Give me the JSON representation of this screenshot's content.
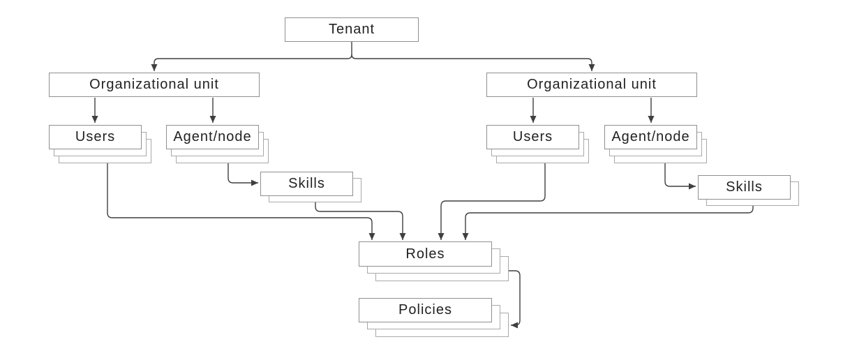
{
  "diagram": {
    "type": "hierarchy",
    "nodes": {
      "tenant": {
        "label": "Tenant"
      },
      "org_unit_left": {
        "label": "Organizational unit"
      },
      "org_unit_right": {
        "label": "Organizational unit"
      },
      "users_left": {
        "label": "Users",
        "stacked": true
      },
      "agent_node_left": {
        "label": "Agent/node",
        "stacked": true
      },
      "skills_left": {
        "label": "Skills",
        "stacked": true
      },
      "users_right": {
        "label": "Users",
        "stacked": true
      },
      "agent_node_right": {
        "label": "Agent/node",
        "stacked": true
      },
      "skills_right": {
        "label": "Skills",
        "stacked": true
      },
      "roles": {
        "label": "Roles",
        "stacked": true
      },
      "policies": {
        "label": "Policies",
        "stacked": true
      }
    },
    "edges": [
      {
        "from": "tenant",
        "to": "org_unit_left"
      },
      {
        "from": "tenant",
        "to": "org_unit_right"
      },
      {
        "from": "org_unit_left",
        "to": "users_left"
      },
      {
        "from": "org_unit_left",
        "to": "agent_node_left"
      },
      {
        "from": "org_unit_right",
        "to": "users_right"
      },
      {
        "from": "org_unit_right",
        "to": "agent_node_right"
      },
      {
        "from": "agent_node_left",
        "to": "skills_left"
      },
      {
        "from": "agent_node_right",
        "to": "skills_right"
      },
      {
        "from": "users_left",
        "to": "roles"
      },
      {
        "from": "skills_left",
        "to": "roles"
      },
      {
        "from": "users_right",
        "to": "roles"
      },
      {
        "from": "skills_right",
        "to": "roles"
      },
      {
        "from": "roles",
        "to": "policies"
      }
    ],
    "colors": {
      "background": "#ffffff",
      "box_fill": "#ffffff",
      "box_border": "#8f8f8f",
      "stack_border": "#a9a9a9",
      "connector": "#3f3f3f",
      "text": "#222222"
    }
  }
}
